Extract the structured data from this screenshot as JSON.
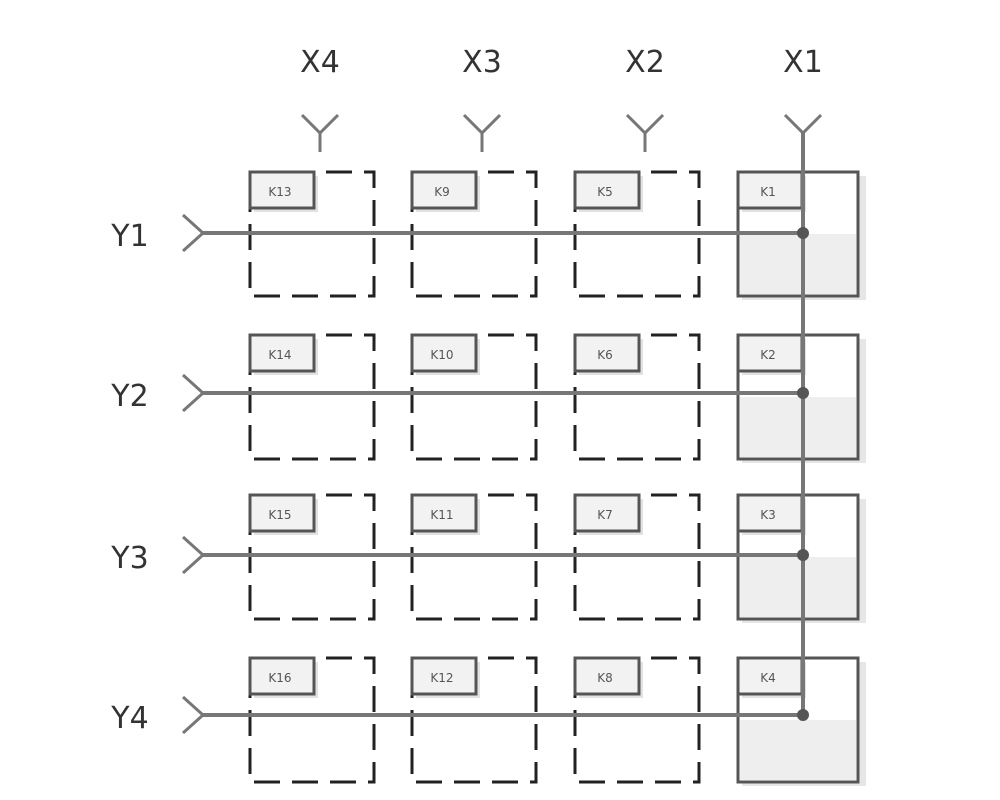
{
  "columns": [
    {
      "label": "X4",
      "keys": [
        "K13",
        "K14",
        "K15",
        "K16"
      ],
      "active": false
    },
    {
      "label": "X3",
      "keys": [
        "K9",
        "K10",
        "K11",
        "K12"
      ],
      "active": false
    },
    {
      "label": "X2",
      "keys": [
        "K5",
        "K6",
        "K7",
        "K8"
      ],
      "active": false
    },
    {
      "label": "X1",
      "keys": [
        "K1",
        "K2",
        "K3",
        "K4"
      ],
      "active": true
    }
  ],
  "rows": [
    "Y1",
    "Y2",
    "Y3",
    "Y4"
  ],
  "colors": {
    "line": "#777777",
    "box": "#555555",
    "dash": "#222222",
    "fill": "#eeeeee"
  }
}
